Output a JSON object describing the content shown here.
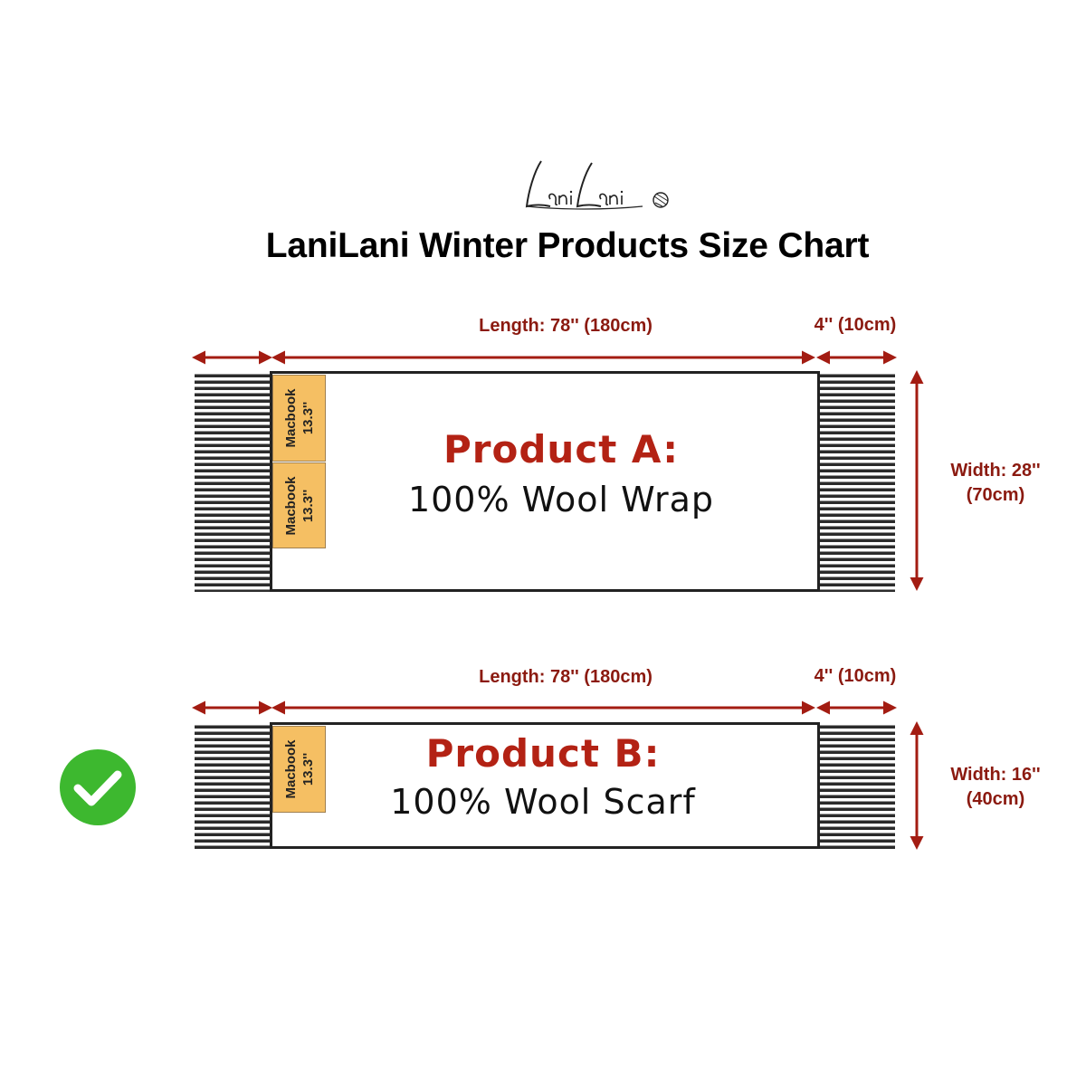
{
  "brand": {
    "logo_text": "LaniLani",
    "logo_icon": "yarn-ball-icon"
  },
  "title": "LaniLani Winter Products Size Chart",
  "colors": {
    "dimension": "#8b1a10",
    "product_name": "#b32214",
    "macbook": "#f5bf63",
    "check": "#3db82f"
  },
  "products": [
    {
      "name": "Product A:",
      "description": "100% Wool Wrap",
      "length_label": "Length: 78'' (180cm)",
      "fringe_label": "4'' (10cm)",
      "width_label_line1": "Width: 28''",
      "width_label_line2": "(70cm)",
      "macbooks": [
        {
          "line1": "Macbook",
          "line2": "13.3''"
        },
        {
          "line1": "Macbook",
          "line2": "13.3''"
        }
      ]
    },
    {
      "name": "Product B:",
      "description": "100% Wool Scarf",
      "length_label": "Length: 78'' (180cm)",
      "fringe_label": "4'' (10cm)",
      "width_label_line1": "Width: 16''",
      "width_label_line2": "(40cm)",
      "selected": true,
      "selected_icon": "checkmark-icon",
      "macbooks": [
        {
          "line1": "Macbook",
          "line2": "13.3''"
        }
      ]
    }
  ]
}
